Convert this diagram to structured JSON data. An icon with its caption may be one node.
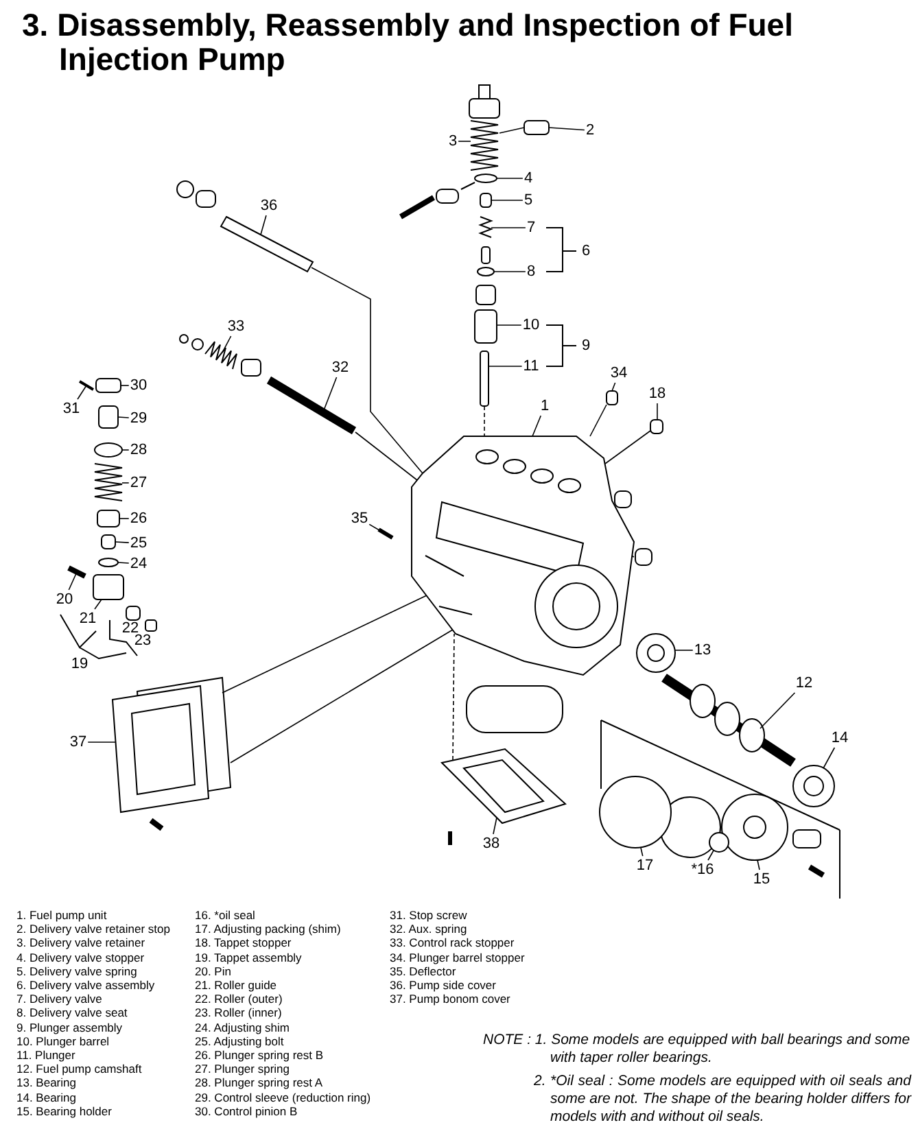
{
  "diagram": {
    "title": "3. Disassembly, Reassembly and Inspection of Fuel Injection Pump",
    "nodes": [
      {
        "text": [
          "1"
        ]
      },
      {
        "text": [
          "2"
        ]
      },
      {
        "text": [
          "3"
        ]
      },
      {
        "text": [
          "4"
        ]
      },
      {
        "text": [
          "5"
        ]
      },
      {
        "text": [
          "6"
        ]
      },
      {
        "text": [
          "7"
        ]
      },
      {
        "text": [
          "8"
        ]
      },
      {
        "text": [
          "9"
        ]
      },
      {
        "text": [
          "10"
        ]
      },
      {
        "text": [
          "11"
        ]
      },
      {
        "text": [
          "12"
        ]
      },
      {
        "text": [
          "13"
        ]
      },
      {
        "text": [
          "14"
        ]
      },
      {
        "text": [
          "15"
        ]
      },
      {
        "text": [
          "*16"
        ]
      },
      {
        "text": [
          "17"
        ]
      },
      {
        "text": [
          "18"
        ]
      },
      {
        "text": [
          "19"
        ]
      },
      {
        "text": [
          "20"
        ]
      },
      {
        "text": [
          "21"
        ]
      },
      {
        "text": [
          "22"
        ]
      },
      {
        "text": [
          "23"
        ]
      },
      {
        "text": [
          "24"
        ]
      },
      {
        "text": [
          "25"
        ]
      },
      {
        "text": [
          "26"
        ]
      },
      {
        "text": [
          "27"
        ]
      },
      {
        "text": [
          "28"
        ]
      },
      {
        "text": [
          "29"
        ]
      },
      {
        "text": [
          "30"
        ]
      },
      {
        "text": [
          "31"
        ]
      },
      {
        "text": [
          "32"
        ]
      },
      {
        "text": [
          "33"
        ]
      },
      {
        "text": [
          "34"
        ]
      },
      {
        "text": [
          "35"
        ]
      },
      {
        "text": [
          "36"
        ]
      },
      {
        "text": [
          "37"
        ]
      },
      {
        "text": [
          "38"
        ]
      },
      {
        "text": [],
        "shape": "picture"
      },
      {
        "text": [],
        "shape": "box"
      },
      {
        "text": [],
        "shape": "picture"
      },
      {
        "text": [],
        "shape": "circle"
      },
      {
        "text": [],
        "shape": "box"
      },
      {
        "text": [],
        "shape": "picture"
      },
      {
        "text": [],
        "shape": "circle"
      },
      {
        "text": [],
        "shape": "box"
      },
      {
        "text": [],
        "shape": "box"
      },
      {
        "text": [],
        "shape": "picture"
      },
      {
        "text": [],
        "shape": "picture"
      },
      {
        "text": [],
        "shape": "picture"
      },
      {
        "text": [],
        "shape": "picture"
      },
      {
        "text": [],
        "shape": "circle"
      },
      {
        "text": [],
        "shape": "circle"
      },
      {
        "text": [],
        "shape": "box"
      },
      {
        "text": [],
        "shape": "picture"
      },
      {
        "text": [],
        "shape": "box"
      },
      {
        "text": [],
        "shape": "circle"
      },
      {
        "text": [],
        "shape": "box"
      },
      {
        "text": [],
        "shape": "box"
      },
      {
        "text": [],
        "shape": "picture"
      },
      {
        "text": [],
        "shape": "circle"
      },
      {
        "text": [],
        "shape": "box"
      },
      {
        "text": [],
        "shape": "box"
      },
      {
        "text": [],
        "shape": "picture"
      },
      {
        "text": [],
        "shape": "picture"
      },
      {
        "text": [],
        "shape": "picture"
      },
      {
        "text": [],
        "shape": "box"
      },
      {
        "text": [],
        "shape": "picture"
      },
      {
        "text": [],
        "shape": "picture"
      },
      {
        "text": [],
        "shape": "picture"
      },
      {
        "text": [],
        "shape": "picture"
      }
    ],
    "edges": [
      {
        "from": 0,
        "to": 38,
        "arrow": "none"
      },
      {
        "from": 1,
        "to": 39,
        "arrow": "none"
      },
      {
        "from": 2,
        "to": 40,
        "arrow": "none"
      },
      {
        "from": 3,
        "to": 41,
        "arrow": "none"
      },
      {
        "from": 4,
        "to": 42,
        "arrow": "none"
      },
      {
        "from": 6,
        "to": 43,
        "arrow": "none"
      },
      {
        "from": 7,
        "to": 44,
        "arrow": "none"
      },
      {
        "from": 9,
        "to": 45,
        "arrow": "none"
      },
      {
        "from": 10,
        "to": 46,
        "arrow": "none"
      },
      {
        "from": 11,
        "to": 47,
        "arrow": "none"
      },
      {
        "from": 12,
        "to": 48,
        "arrow": "none"
      },
      {
        "from": 13,
        "to": 49,
        "arrow": "none"
      },
      {
        "from": 14,
        "to": 50,
        "arrow": "none"
      },
      {
        "from": 15,
        "to": 51,
        "arrow": "none"
      },
      {
        "from": 16,
        "to": 52,
        "arrow": "none"
      },
      {
        "from": 17,
        "to": 53,
        "arrow": "none"
      },
      {
        "from": 19,
        "to": 54,
        "arrow": "none"
      },
      {
        "from": 20,
        "to": 55,
        "arrow": "none"
      },
      {
        "from": 23,
        "to": 56,
        "arrow": "none"
      },
      {
        "from": 24,
        "to": 57,
        "arrow": "none"
      },
      {
        "from": 25,
        "to": 58,
        "arrow": "none"
      },
      {
        "from": 26,
        "to": 59,
        "arrow": "none"
      },
      {
        "from": 27,
        "to": 60,
        "arrow": "none"
      },
      {
        "from": 28,
        "to": 61,
        "arrow": "none"
      },
      {
        "from": 29,
        "to": 62,
        "arrow": "none"
      },
      {
        "from": 30,
        "to": 63,
        "arrow": "none"
      },
      {
        "from": 31,
        "to": 64,
        "arrow": "none"
      },
      {
        "from": 32,
        "to": 65,
        "arrow": "none"
      },
      {
        "from": 33,
        "to": 66,
        "arrow": "none"
      },
      {
        "from": 34,
        "to": 67,
        "arrow": "none"
      },
      {
        "from": 35,
        "to": 68,
        "arrow": "none"
      },
      {
        "from": 36,
        "to": 69,
        "arrow": "none"
      },
      {
        "from": 37,
        "to": 70,
        "arrow": "none"
      },
      {
        "from": 68,
        "to": 38,
        "arrow": "none"
      },
      {
        "from": 64,
        "to": 38,
        "arrow": "none"
      },
      {
        "from": 69,
        "to": 38,
        "arrow": "none"
      },
      {
        "from": 69,
        "to": 38,
        "arrow": "none"
      },
      {
        "from": 46,
        "to": 38,
        "arrow": "none",
        "style": "dashed"
      },
      {
        "from": 53,
        "to": 38,
        "arrow": "none"
      },
      {
        "from": 66,
        "to": 38,
        "arrow": "none"
      },
      {
        "from": 70,
        "to": 38,
        "arrow": "none",
        "style": "dashed"
      },
      {
        "from": 40,
        "to": 39,
        "arrow": "none"
      }
    ],
    "labels": [
      "1. Fuel pump unit",
      "2. Delivery valve retainer stop",
      "3. Delivery valve retainer",
      "4. Delivery valve stopper",
      "5. Delivery valve spring",
      "6. Delivery valve assembly",
      "7. Delivery valve",
      "8. Delivery valve seat",
      "9. Plunger assembly",
      "10. Plunger barrel",
      "11. Plunger",
      "12. Fuel pump camshaft",
      "13. Bearing",
      "14. Bearing",
      "15. Bearing holder",
      "16. *oil seal",
      "17. Adjusting packing (shim)",
      "18. Tappet stopper",
      "19. Tappet assembly",
      "20. Pin",
      "21. Roller guide",
      "22. Roller (outer)",
      "23. Roller (inner)",
      "24. Adjusting shim",
      "25. Adjusting bolt",
      "26. Plunger spring rest B",
      "27. Plunger spring",
      "28. Plunger spring rest A",
      "29. Control sleeve (reduction ring)",
      "30. Control pinion B",
      "31. Stop screw",
      "32. Aux. spring",
      "33. Control rack stopper",
      "34. Plunger barrel stopper",
      "35. Deflector",
      "36. Pump side cover",
      "37. Pump bonom cover",
      "NOTE : 1. Some models are equipped with ball bearings and some with taper roller bearings.",
      "2. *Oil seal : Some models are equipped with oil seals and some are not. The shape of the bearing holder differs for models with and without oil seals."
    ]
  }
}
